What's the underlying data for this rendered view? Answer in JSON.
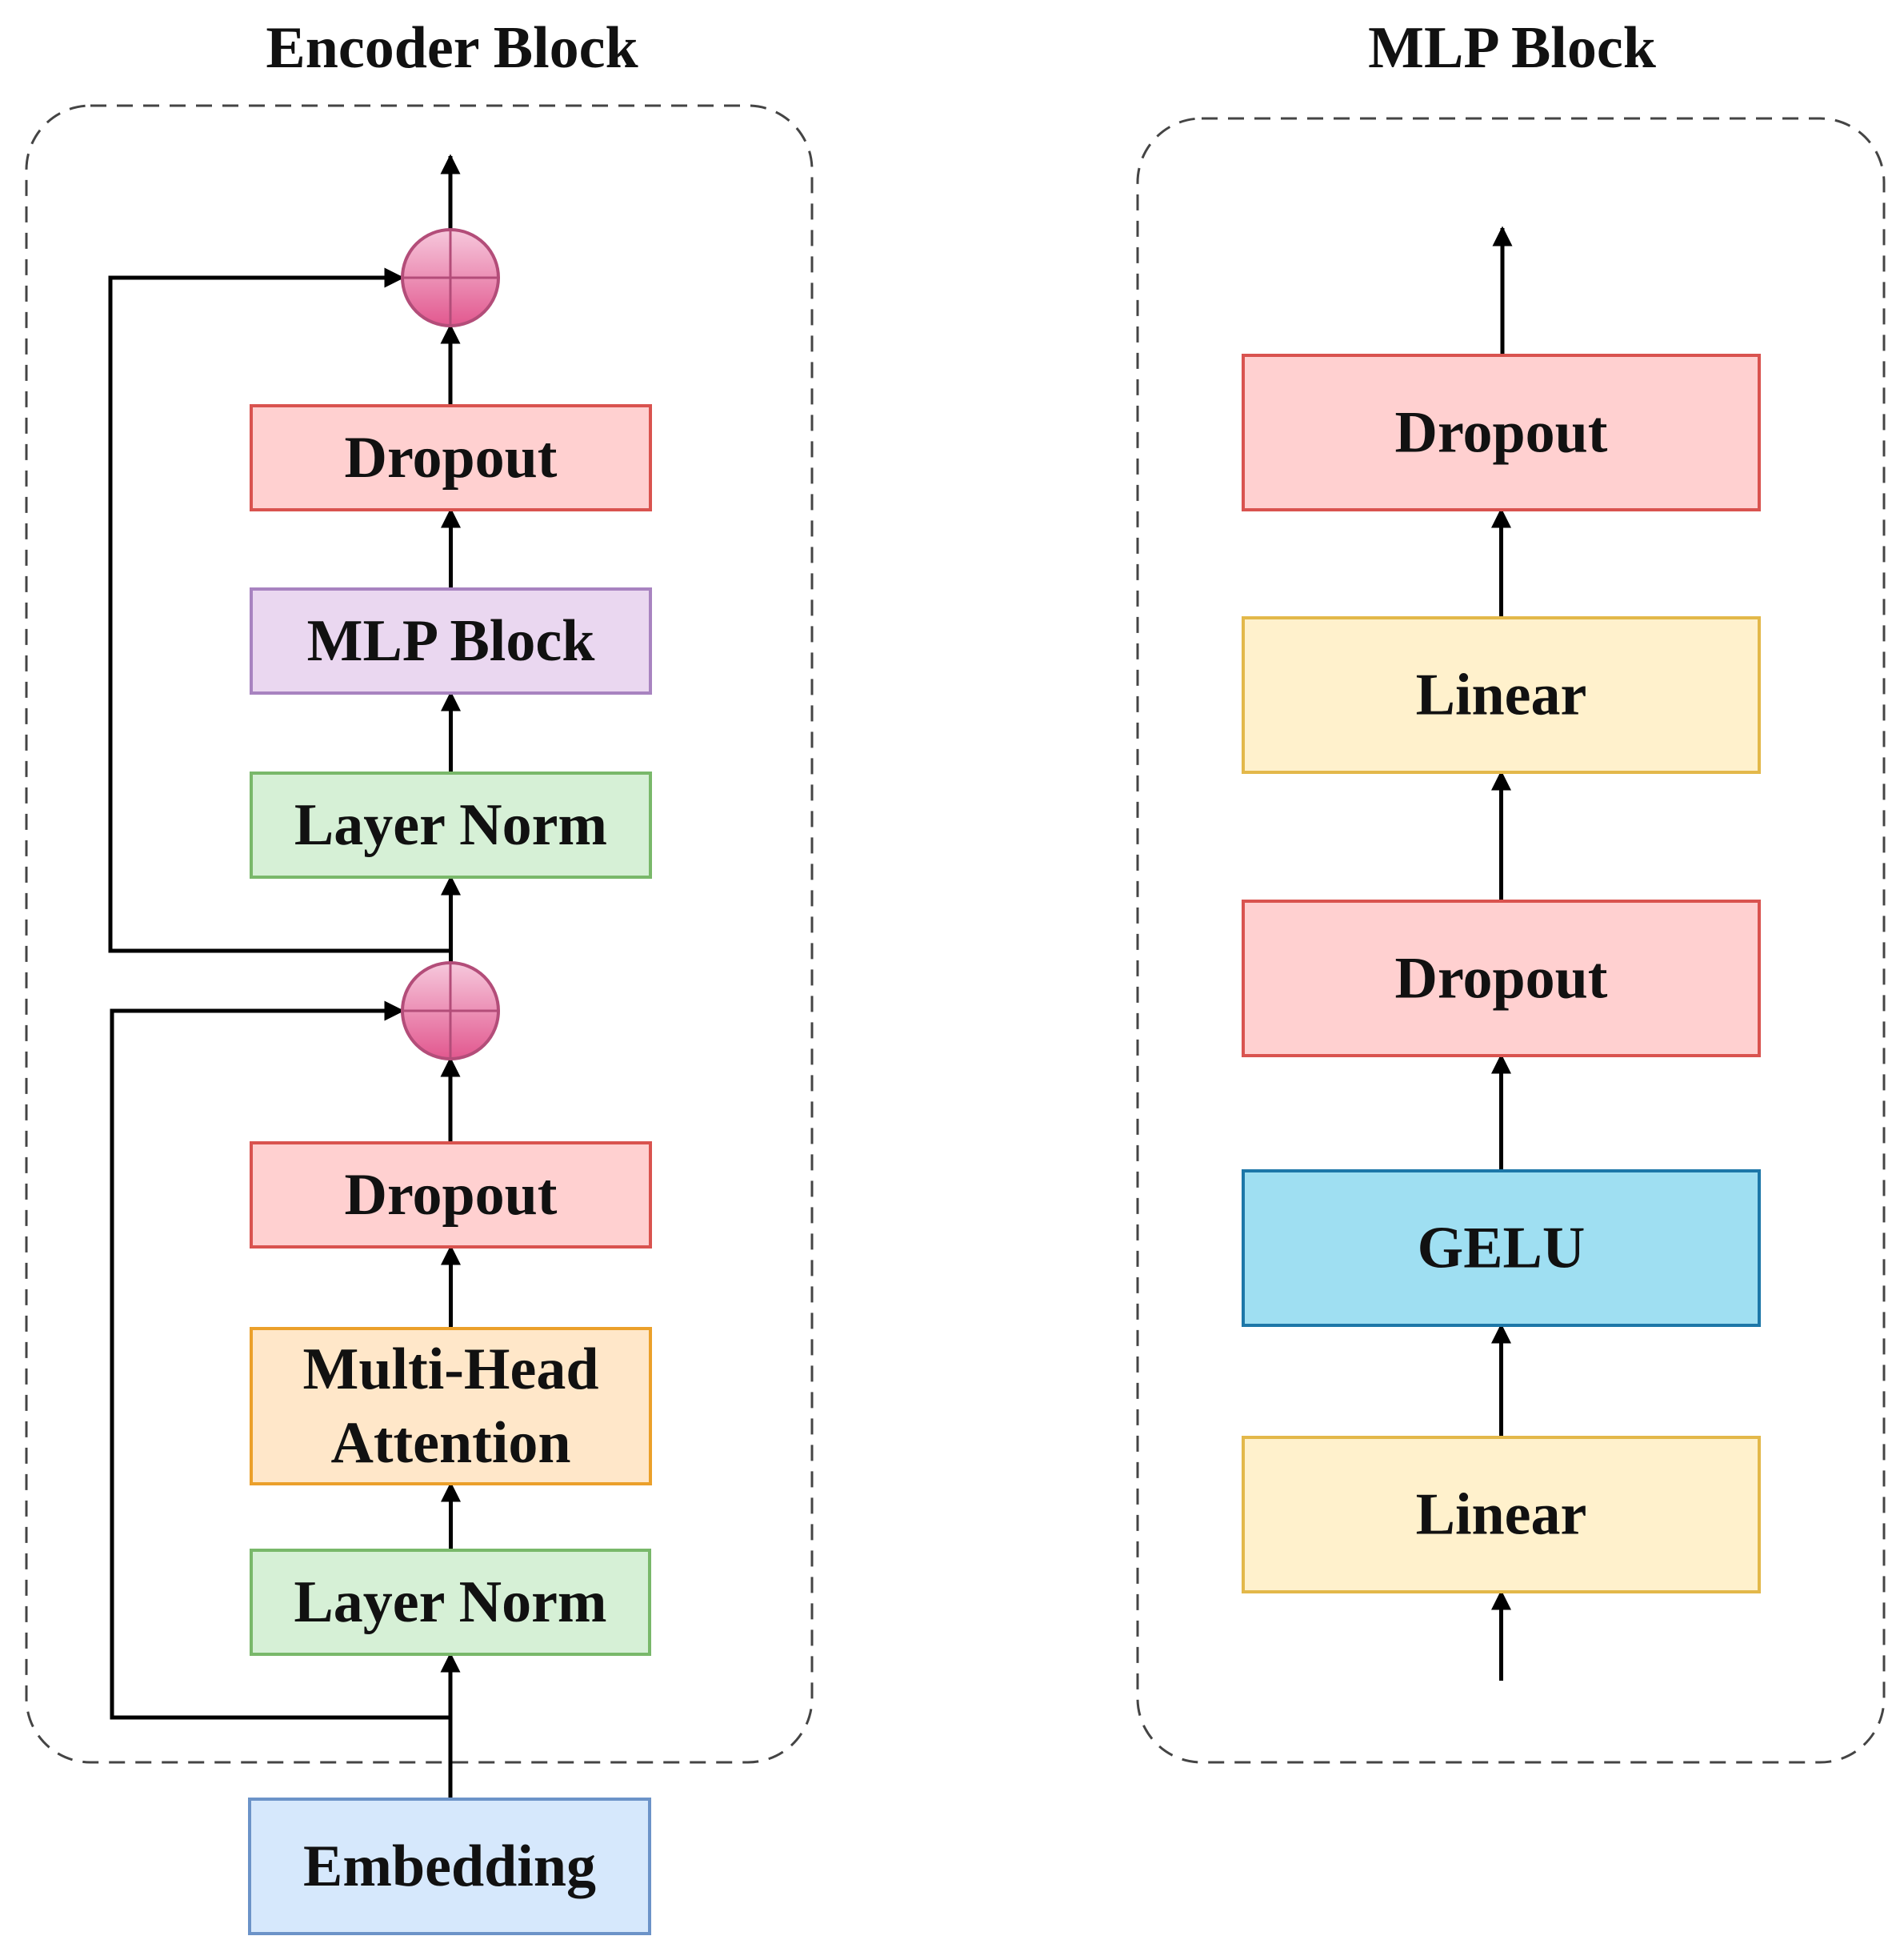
{
  "encoder_block": {
    "title": "Encoder Block",
    "nodes": [
      {
        "id": "embedding",
        "label": "Embedding",
        "fill": "#d6e8fc",
        "stroke": "#6c93c8"
      },
      {
        "id": "layer-norm-1",
        "label": "Layer Norm",
        "fill": "#d6f0d6",
        "stroke": "#79b86a"
      },
      {
        "id": "multi-head-attention",
        "label": [
          "Multi-Head",
          "Attention"
        ],
        "fill": "#ffe7c9",
        "stroke": "#eba02a"
      },
      {
        "id": "dropout-1",
        "label": "Dropout",
        "fill": "#ffd0d0",
        "stroke": "#d9534f"
      },
      {
        "id": "add-1",
        "kind": "add"
      },
      {
        "id": "layer-norm-2",
        "label": "Layer Norm",
        "fill": "#d6f0d6",
        "stroke": "#79b86a"
      },
      {
        "id": "mlp-block",
        "label": "MLP Block",
        "fill": "#ead7f0",
        "stroke": "#a883c0"
      },
      {
        "id": "dropout-2",
        "label": "Dropout",
        "fill": "#ffd0d0",
        "stroke": "#d9534f"
      },
      {
        "id": "add-2",
        "kind": "add"
      }
    ],
    "edges": [
      [
        "embedding",
        "layer-norm-1"
      ],
      [
        "layer-norm-1",
        "multi-head-attention"
      ],
      [
        "multi-head-attention",
        "dropout-1"
      ],
      [
        "dropout-1",
        "add-1"
      ],
      [
        "embedding",
        "add-1",
        "skip"
      ],
      [
        "add-1",
        "layer-norm-2"
      ],
      [
        "layer-norm-2",
        "mlp-block"
      ],
      [
        "mlp-block",
        "dropout-2"
      ],
      [
        "dropout-2",
        "add-2"
      ],
      [
        "add-1",
        "add-2",
        "skip"
      ],
      [
        "add-2",
        "output"
      ]
    ]
  },
  "mlp_block": {
    "title": "MLP Block",
    "nodes": [
      {
        "id": "linear-1",
        "label": "Linear",
        "fill": "#fff1cc",
        "stroke": "#e3b84a"
      },
      {
        "id": "gelu",
        "label": "GELU",
        "fill": "#9fdff2",
        "stroke": "#1d77a8"
      },
      {
        "id": "dropout-1",
        "label": "Dropout",
        "fill": "#ffd0d0",
        "stroke": "#d9534f"
      },
      {
        "id": "linear-2",
        "label": "Linear",
        "fill": "#fff1cc",
        "stroke": "#e3b84a"
      },
      {
        "id": "dropout-2",
        "label": "Dropout",
        "fill": "#ffd0d0",
        "stroke": "#d9534f"
      }
    ],
    "edges": [
      [
        "input",
        "linear-1"
      ],
      [
        "linear-1",
        "gelu"
      ],
      [
        "gelu",
        "dropout-1"
      ],
      [
        "dropout-1",
        "linear-2"
      ],
      [
        "linear-2",
        "dropout-2"
      ],
      [
        "dropout-2",
        "output"
      ]
    ]
  },
  "colors": {
    "add_fill_top": "#f6c8dc",
    "add_fill_bottom": "#e2588f",
    "add_stroke": "#b34d79",
    "edge": "#000000",
    "frame": "#444444"
  }
}
